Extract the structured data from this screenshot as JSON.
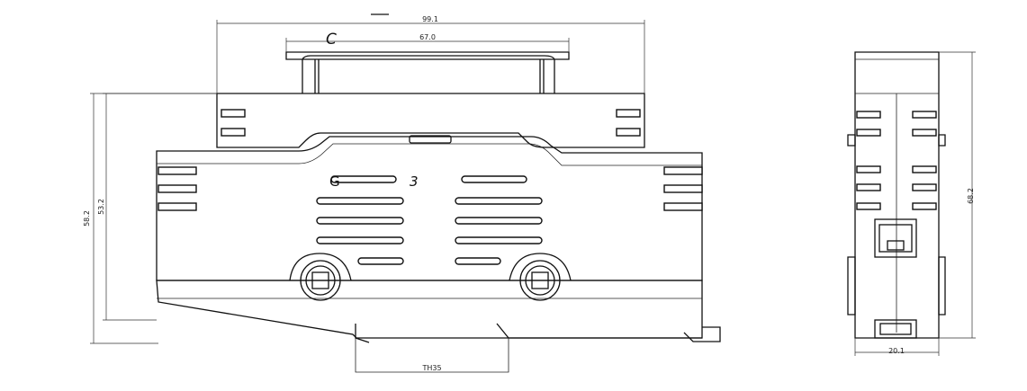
{
  "drawing": {
    "dimensions": {
      "overall_width": "99.1",
      "handle_width": "67.0",
      "overall_height": "58.2",
      "body_height": "53.2",
      "rail": "TH35",
      "side_height": "68.2",
      "side_width": "20.1"
    },
    "marks": {
      "top_mark": "C",
      "face_mark_left": "G",
      "face_mark_right": "3"
    }
  }
}
